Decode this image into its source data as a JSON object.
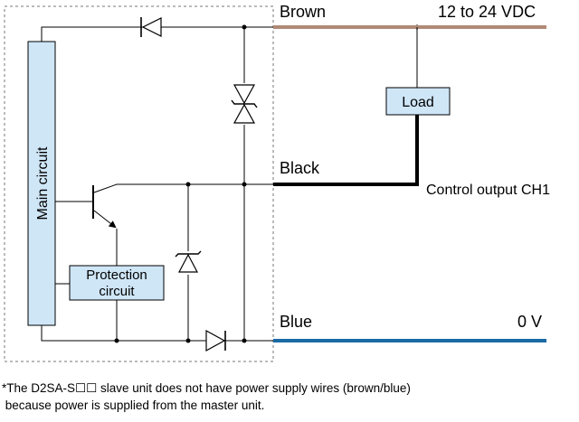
{
  "wires": {
    "brown": {
      "label": "Brown",
      "color": "#b08a76"
    },
    "black": {
      "label": "Black",
      "color": "#000000"
    },
    "blue": {
      "label": "Blue",
      "color": "#1a6aa6"
    }
  },
  "supply": {
    "positive": "12 to 24 VDC",
    "zero": "0 V"
  },
  "blocks": {
    "main_circuit": "Main circuit",
    "protection_line1": "Protection",
    "protection_line2": "circuit",
    "load": "Load",
    "box_fill": "#cfe6f7"
  },
  "output_label": "Control output CH1",
  "footnote": {
    "line1": "*The D2SA-S☐☐ slave unit does not have power supply wires (brown/blue)",
    "line2": " because power is supplied from the master unit."
  }
}
